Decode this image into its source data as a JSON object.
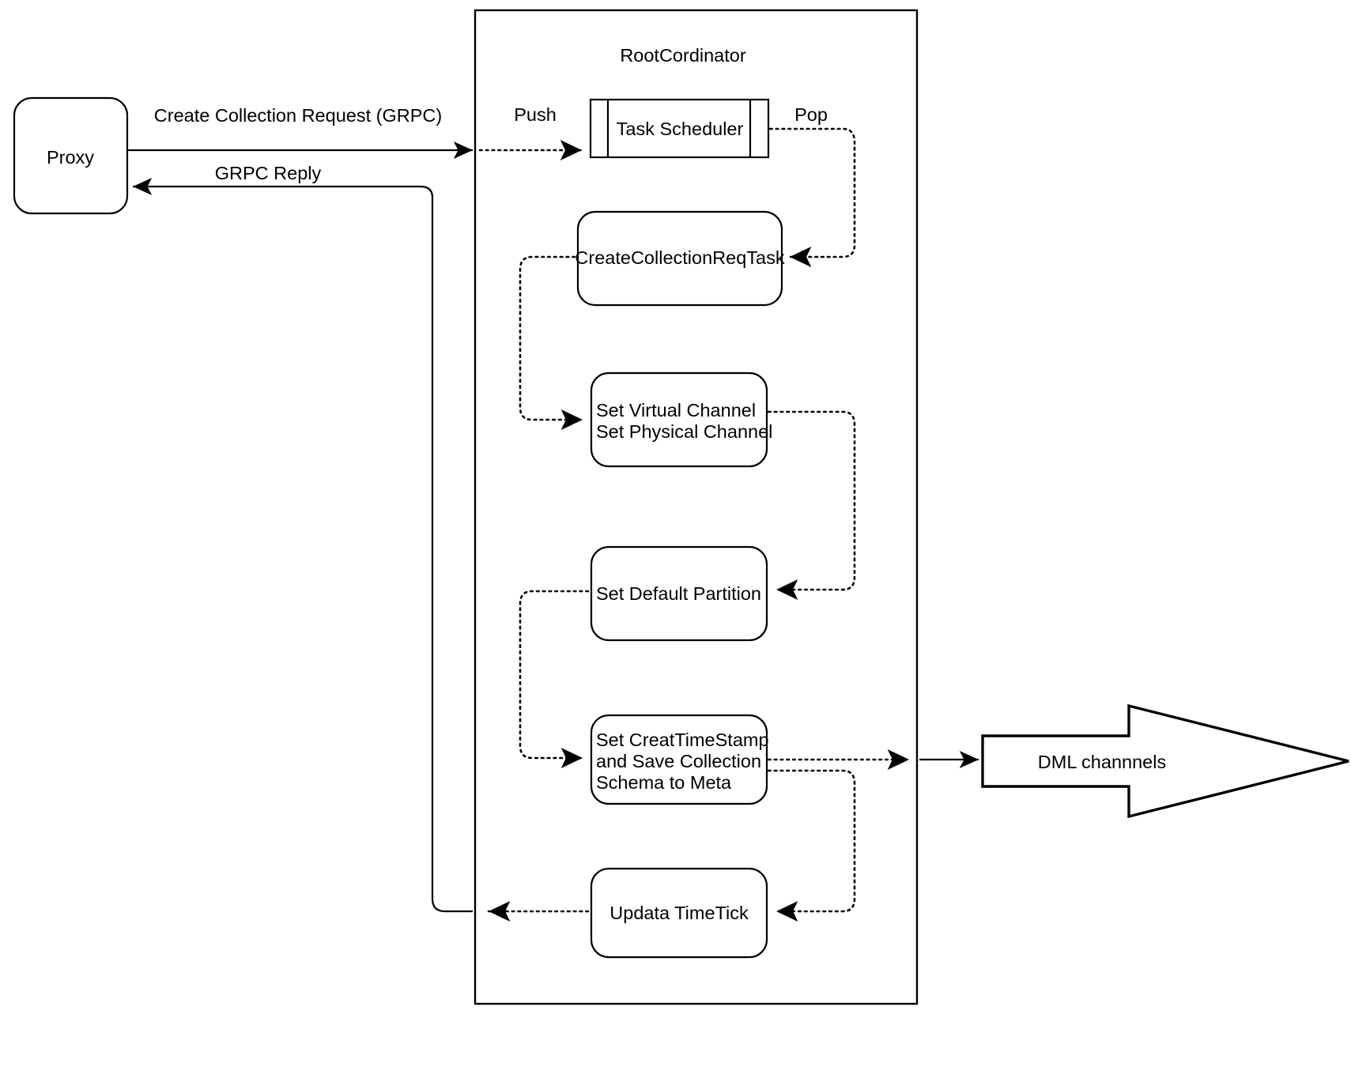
{
  "diagram": {
    "title_container": "RootCordinator",
    "nodes": {
      "proxy": "Proxy",
      "task_scheduler": "Task Scheduler",
      "create_collection_req_task": "CreateCollectionReqTask",
      "set_channels_line1": "Set Virtual Channel",
      "set_channels_line2": "Set Physical Channel",
      "set_default_partition": "Set Default Partition",
      "set_timestamp_line1": "Set CreatTimeStamp",
      "set_timestamp_line2": "and Save Collection",
      "set_timestamp_line3": "Schema to Meta",
      "update_timetick": "Updata TimeTick",
      "dml_channels": "DML channnels"
    },
    "edge_labels": {
      "create_collection_request": "Create Collection Request (GRPC)",
      "grpc_reply": "GRPC Reply",
      "push": "Push",
      "pop": "Pop"
    },
    "colors": {
      "stroke": "#000000",
      "fill": "#ffffff"
    }
  }
}
